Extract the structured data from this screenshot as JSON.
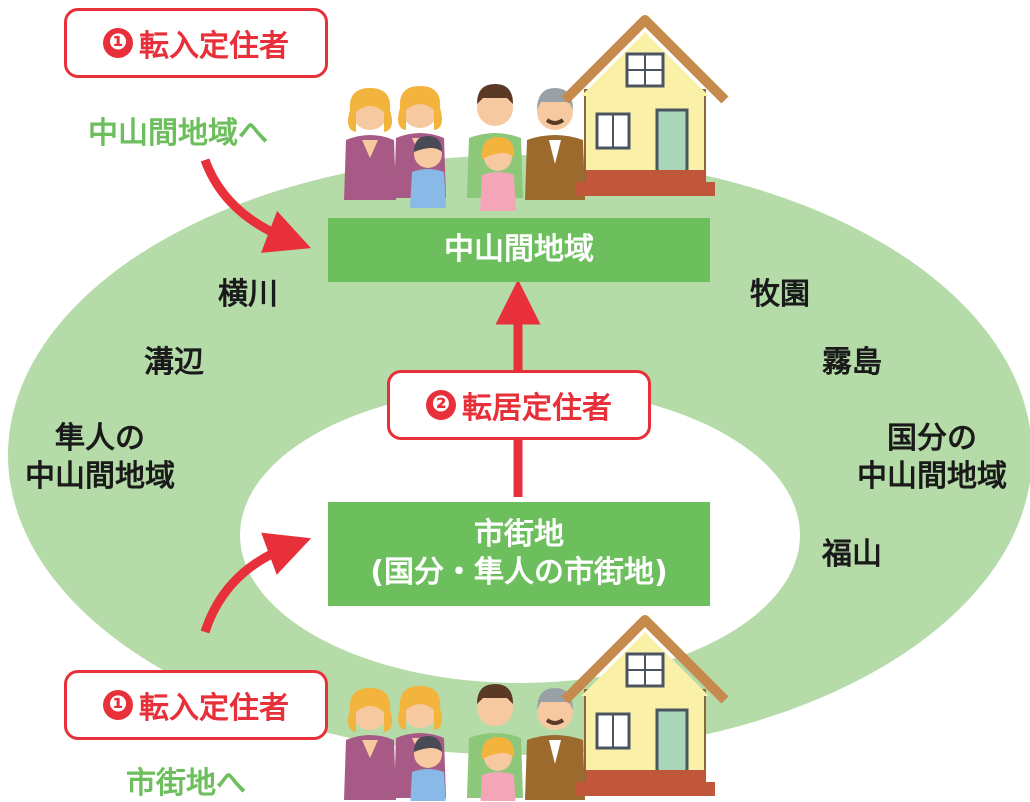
{
  "flows": {
    "top": {
      "marker": "❶",
      "label": "転入定住者",
      "destination": "中山間地域へ"
    },
    "middle": {
      "marker": "❷",
      "label": "転居定住者"
    },
    "bottom": {
      "marker": "❶",
      "label": "転入定住者",
      "destination": "市街地へ"
    }
  },
  "boxes": {
    "mountain": "中山間地域",
    "urban_line1": "市街地",
    "urban_line2": "(国分・隼人の市街地)"
  },
  "areas": {
    "yokogawa": "横川",
    "mizobe": "溝辺",
    "hayato_line1": "隼人の",
    "hayato_line2": "中山間地域",
    "makizono": "牧園",
    "kirishima": "霧島",
    "kokubu_line1": "国分の",
    "kokubu_line2": "中山間地域",
    "fukuyama": "福山"
  },
  "colors": {
    "outer_ring": "#b5dba8",
    "box_green": "#6dbf5e",
    "accent_red": "#e8303a",
    "house_wall": "#fbf0a8",
    "roof": "#c78a4d"
  },
  "icons": [
    "family-illustration",
    "house-icon",
    "curved-arrow-icon",
    "up-arrow-icon"
  ]
}
